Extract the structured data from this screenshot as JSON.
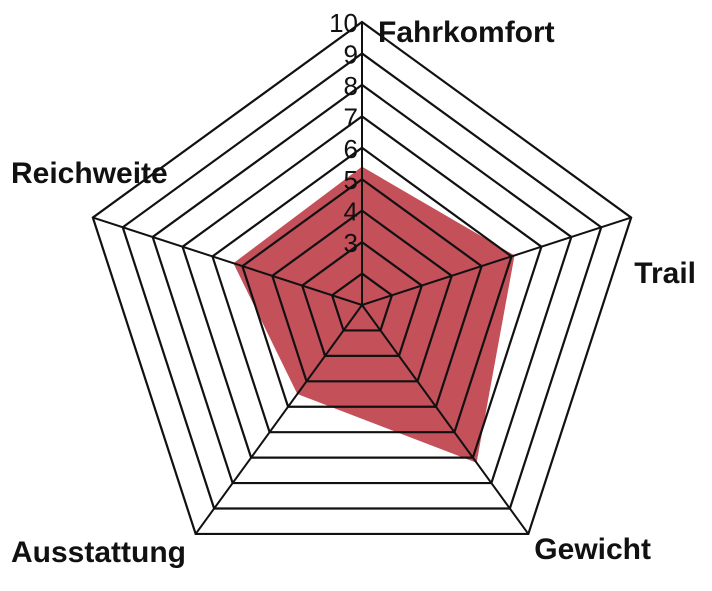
{
  "chart_data": {
    "type": "radar",
    "axes": [
      "Fahrkomfort",
      "Trail",
      "Gewicht",
      "Ausstattung",
      "Reichweite"
    ],
    "values": [
      5.4,
      6.1,
      7.2,
      4.5,
      5.3
    ],
    "scale": {
      "min": 1,
      "max": 10
    },
    "ticks": [
      "3",
      "4",
      "5",
      "6",
      "7",
      "8",
      "9",
      "10"
    ],
    "grid_levels": [
      2,
      3,
      4,
      5,
      6,
      7,
      8,
      9,
      10
    ],
    "fill_color": "#c4505a",
    "grid_color": "#111111"
  }
}
